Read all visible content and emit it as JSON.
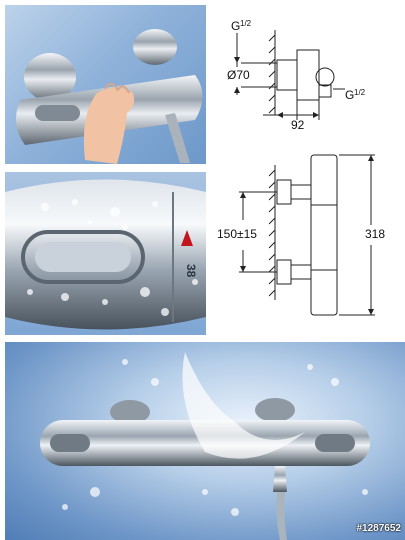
{
  "diagram_top": {
    "thread_top": "G",
    "thread_top_frac": "1/2",
    "diameter": "Ø70",
    "thread_bottom": "G",
    "thread_bottom_frac": "1/2",
    "depth": "92"
  },
  "diagram_side": {
    "spacing": "150±15",
    "height": "318"
  },
  "photo_labels": {
    "dial_marker": "38"
  },
  "watermark": "#1287652"
}
